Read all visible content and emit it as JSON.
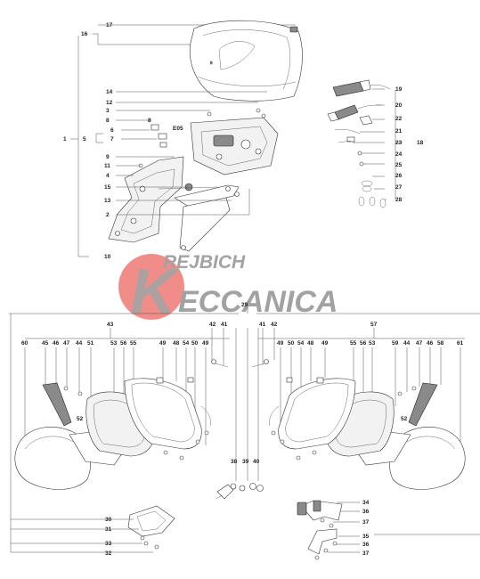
{
  "watermark": {
    "line1": "REJBICH",
    "line2": "ECCANICA",
    "monogram": "K",
    "color_red": "#e8413b",
    "color_gray": "#8c8c8c"
  },
  "labels": {
    "n1": "1",
    "n2": "2",
    "n3": "3",
    "n4": "4",
    "n5": "5",
    "n6": "6",
    "n7": "7",
    "n8": "8",
    "n9": "9",
    "n10": "10",
    "n11": "11",
    "n12": "12",
    "n13": "13",
    "n14": "14",
    "n15": "15",
    "n16": "16",
    "n17": "17",
    "n18": "18",
    "n19": "19",
    "n20": "20",
    "n21": "21",
    "n22": "22",
    "n23": "23",
    "n24": "24",
    "n25": "25",
    "n26": "26",
    "n27": "27",
    "n28": "28",
    "n29": "29",
    "n30": "30",
    "n31": "31",
    "n32": "32",
    "n33": "33",
    "n34": "34",
    "n35": "35",
    "n36": "36",
    "n37": "37",
    "n38": "38",
    "n39": "39",
    "n40": "40",
    "n41": "41",
    "n42": "42",
    "n43": "43",
    "n44": "44",
    "n45": "45",
    "n46": "46",
    "n47": "47",
    "n48": "48",
    "n49": "49",
    "n50": "50",
    "n51": "51",
    "n52": "52",
    "n53": "53",
    "n54": "54",
    "n55": "55",
    "n56": "56",
    "n57": "57",
    "n58": "58",
    "n59": "59",
    "n60": "60",
    "n61": "61",
    "e05": "E05"
  }
}
